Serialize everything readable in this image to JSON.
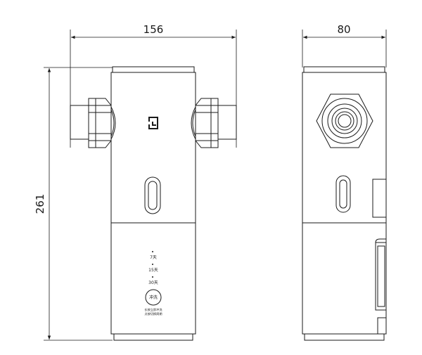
{
  "dimensions": {
    "front_width": "156",
    "side_width": "80",
    "height": "261"
  },
  "panel": {
    "option_1": "7天",
    "option_2": "15天",
    "option_3": "30天",
    "flush_button": "冲洗",
    "instructions_line1": "长按立即冲洗",
    "instructions_line2": "点按切换周期"
  },
  "icons": {
    "logo": "mi-home-logo-icon",
    "indicator_dot": "dot-icon"
  }
}
